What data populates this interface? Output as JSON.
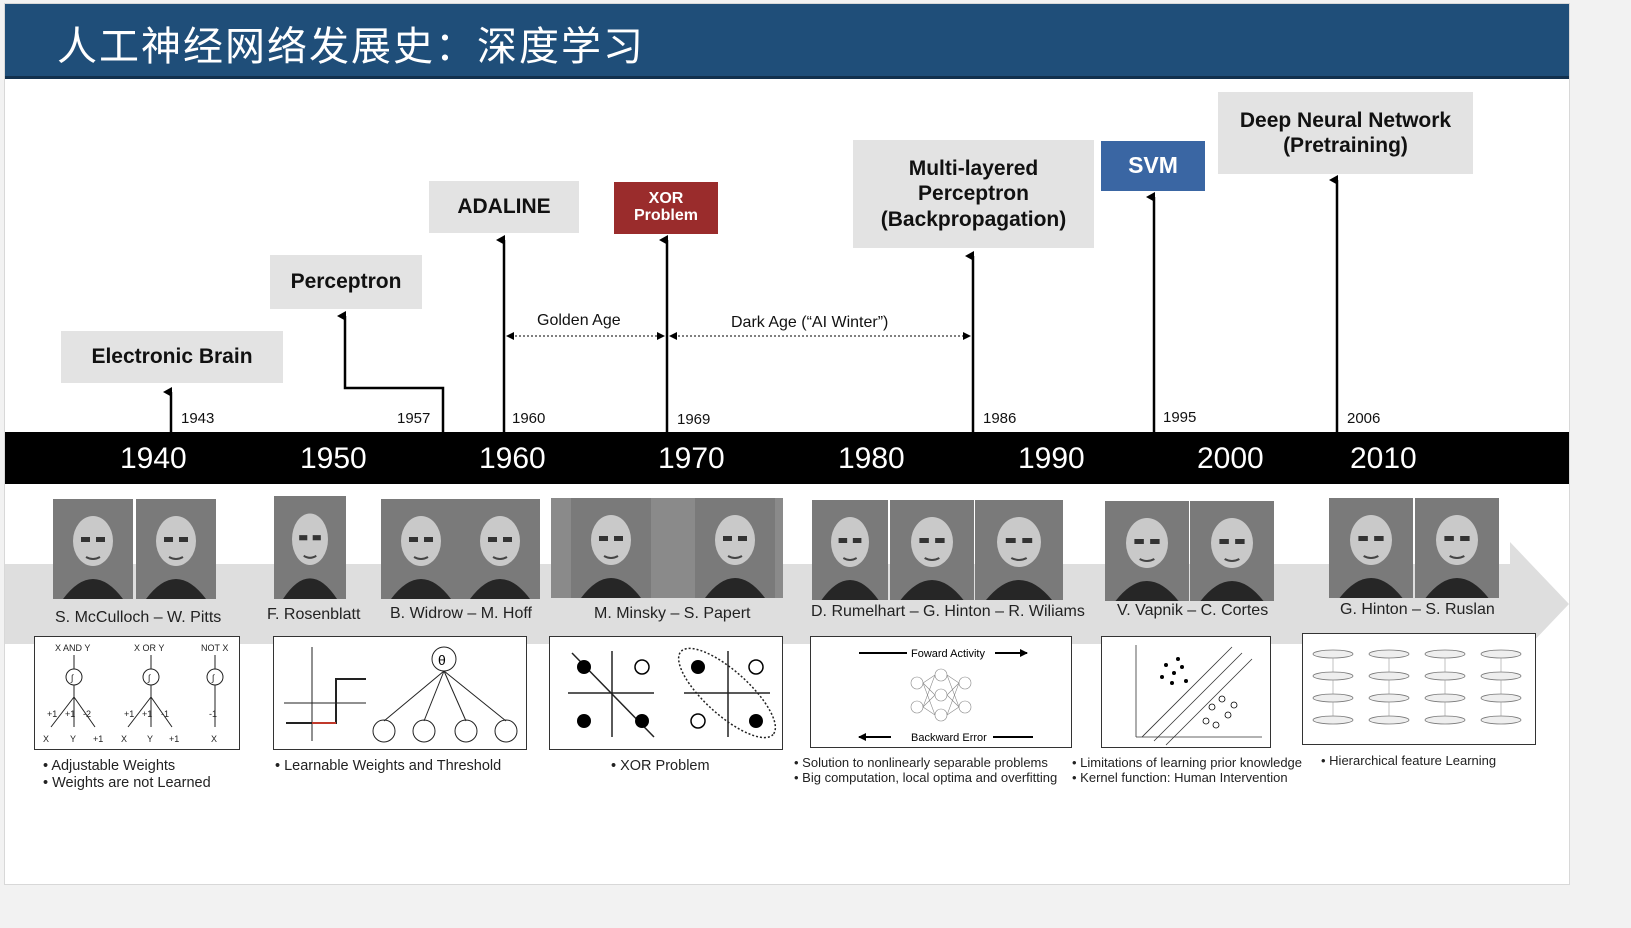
{
  "title": "人工神经网络发展史：深度学习",
  "milestones": {
    "electronic_brain": "Electronic Brain",
    "perceptron": "Perceptron",
    "adaline": "ADALINE",
    "xor": "XOR\nProblem",
    "mlp": "Multi-layered\nPerceptron\n(Backpropagation)",
    "svm": "SVM",
    "dnn": "Deep Neural Network\n(Pretraining)"
  },
  "years": [
    "1943",
    "1957",
    "1960",
    "1969",
    "1986",
    "1995",
    "2006"
  ],
  "decades": [
    "1940",
    "1950",
    "1960",
    "1970",
    "1980",
    "1990",
    "2000",
    "2010"
  ],
  "eras": {
    "golden": "Golden Age",
    "dark": "Dark Age (“AI Winter”)"
  },
  "people": {
    "p1": "S. McCulloch – W. Pitts",
    "p2": "F. Rosenblatt",
    "p3": "B. Widrow – M. Hoff",
    "p4": "M. Minsky – S. Papert",
    "p5": "D. Rumelhart – G. Hinton – R. Wiliams",
    "p6": "V. Vapnik – C. Cortes",
    "p7": "G. Hinton – S. Ruslan"
  },
  "panel_labels": {
    "and": "X AND Y",
    "or": "X OR Y",
    "not": "NOT X",
    "forward": "Foward Activity",
    "backward": "Backward Error",
    "theta": "θ"
  },
  "notes": {
    "n1": [
      "Adjustable Weights",
      "Weights are not Learned"
    ],
    "n2": [
      "Learnable Weights  and Threshold"
    ],
    "n3": [
      "XOR Problem"
    ],
    "n4": [
      "Solution to nonlinearly separable problems",
      "Big computation, local optima and overfitting"
    ],
    "n5": [
      "Limitations of learning prior knowledge",
      "Kernel function: Human Intervention"
    ],
    "n6": [
      "Hierarchical feature Learning"
    ]
  },
  "colors": {
    "title_bar": "#1f4e79",
    "xor_box": "#9a2c2c",
    "svm_box": "#3a66a3",
    "box": "#e3e3e3",
    "band": "#dcdcdc"
  }
}
